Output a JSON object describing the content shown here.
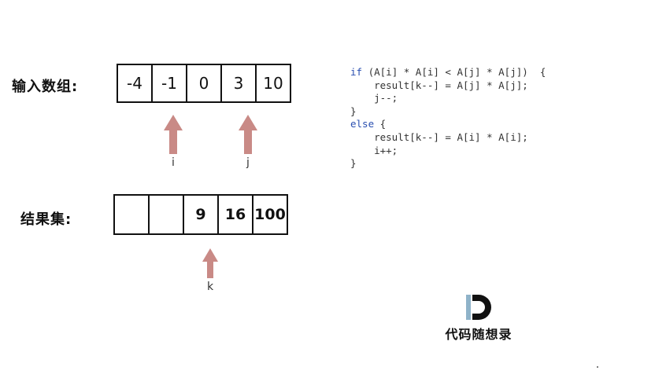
{
  "input_row": {
    "label": "输入数组:",
    "cells": [
      "-4",
      "-1",
      "0",
      "3",
      "10"
    ]
  },
  "result_row": {
    "label": "结果集:",
    "cells": [
      "",
      "",
      "9",
      "16",
      "100"
    ]
  },
  "pointers": {
    "i": "i",
    "j": "j",
    "k": "k"
  },
  "code": {
    "line1_kw": "if",
    "line1_rest": " (A[i] * A[i] < A[j] * A[j])  {",
    "line2": "    result[k--] = A[j] * A[j];",
    "line3": "    j--;",
    "line4": "}",
    "line5_kw": "else",
    "line5_rest": " {",
    "line6": "    result[k--] = A[i] * A[i];",
    "line7": "    i++;",
    "line8": "}"
  },
  "logo": {
    "caption": "代码随想录"
  },
  "colors": {
    "arrow": "#c98a86",
    "keyword": "#2a4fb0"
  }
}
